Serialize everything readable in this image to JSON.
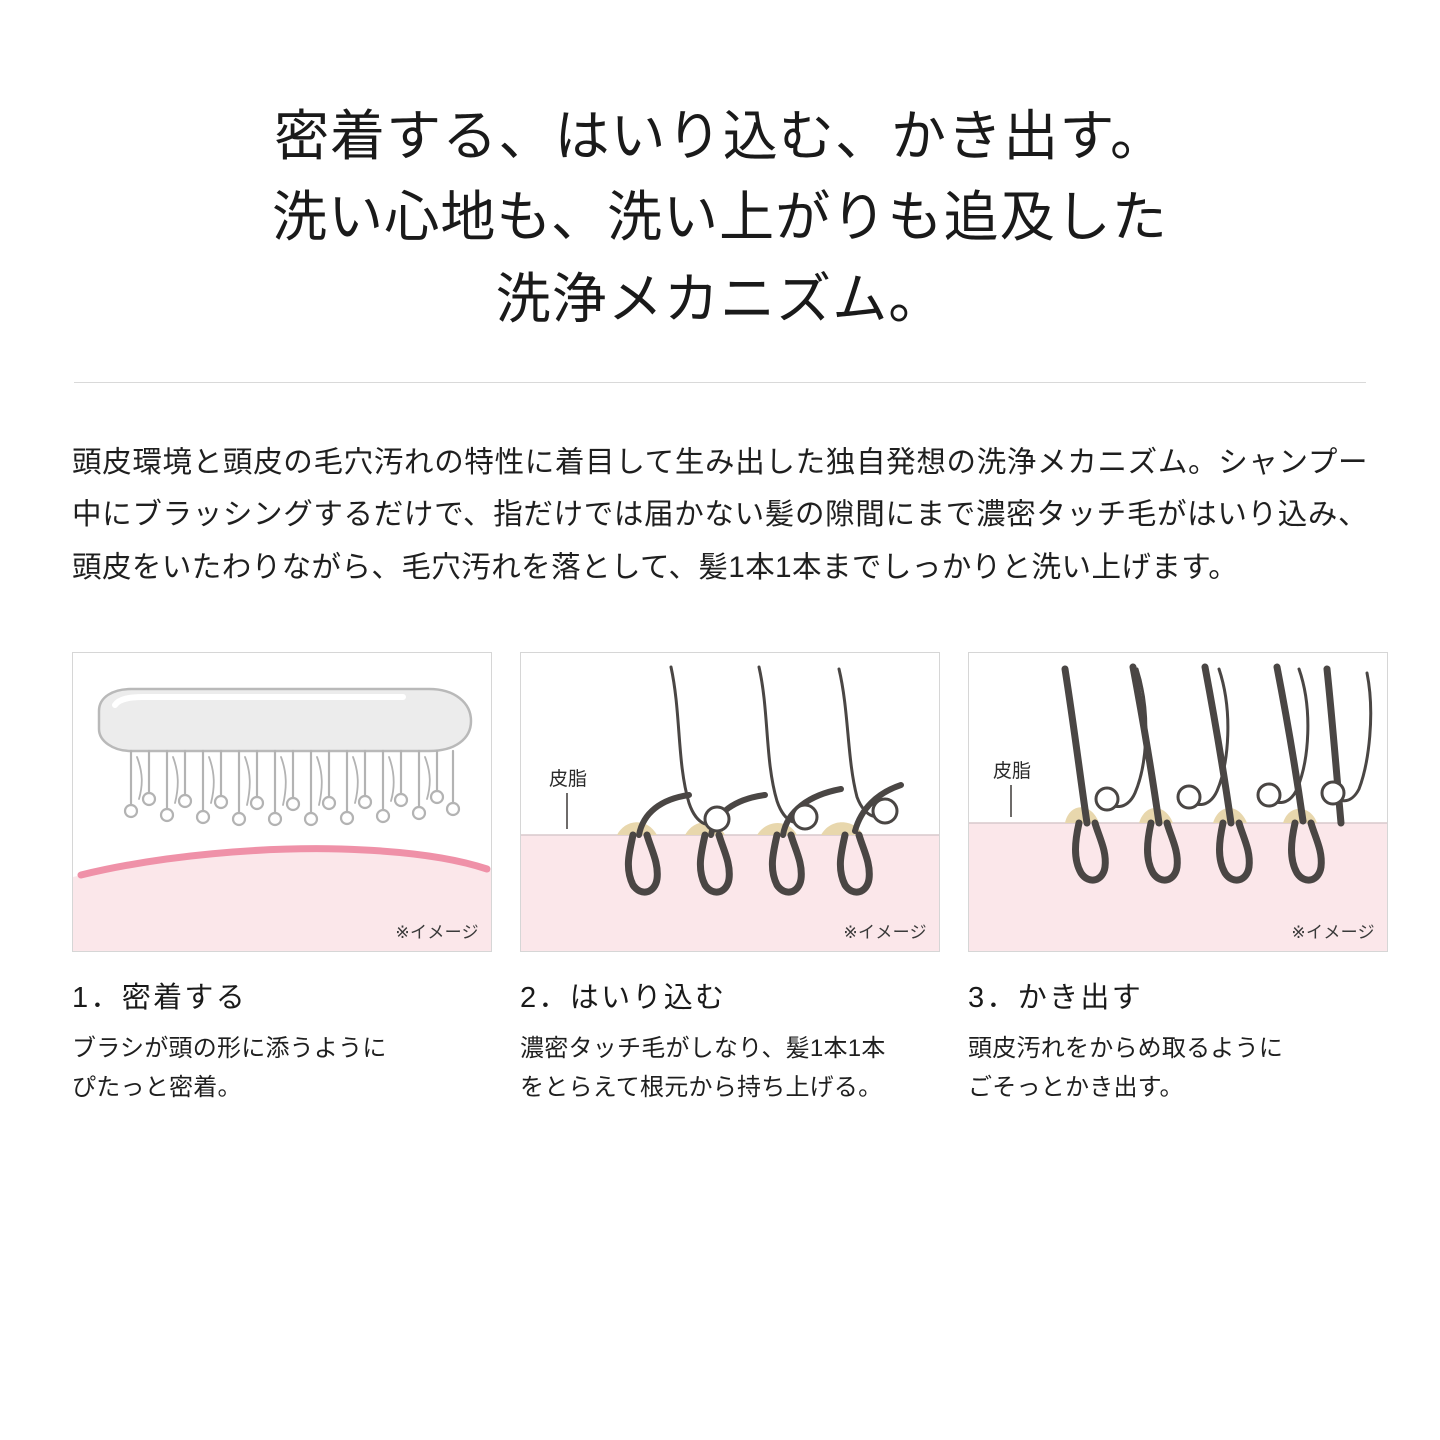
{
  "headline": {
    "lines": [
      "密着する、はいり込む、かき出す。",
      "洗い心地も、洗い上がりも追及した",
      "洗浄メカニズム。"
    ]
  },
  "lead": {
    "text": "頭皮環境と頭皮の毛穴汚れの特性に着目して生み出した独自発想の洗浄メカニズム。シャンプー中にブラッシングするだけで、指だけでは届かない髪の隙間にまで濃密タッチ毛がはいり込み、頭皮をいたわりながら、毛穴汚れを落として、髪1本1本までしっかりと洗い上げます。"
  },
  "cards": [
    {
      "image_note": "※イメージ",
      "title": "1．密着する",
      "desc": "ブラシが頭の形に添うように\nぴたっと密着。",
      "desc_line1": "ブラシが頭の形に添うように",
      "desc_line2": "ぴたっと密着。",
      "scalp_color": "#fbe7ea",
      "accent_color": "#ef91a8"
    },
    {
      "image_note": "※イメージ",
      "title": "2．はいり込む",
      "desc": "濃密タッチ毛がしなり、髪1本1本をとらえて根元から持ち上げる。",
      "desc_line1": "濃密タッチ毛がしなり、髪1本1本",
      "desc_line2": "をとらえて根元から持ち上げる。",
      "label_sebum": "皮脂",
      "scalp_color": "#fbe7ea",
      "sebum_color": "#e8d7ad"
    },
    {
      "image_note": "※イメージ",
      "title": "3．かき出す",
      "desc": "頭皮汚れをからめ取るようにごそっとかき出す。",
      "desc_line1": "頭皮汚れをからめ取るように",
      "desc_line2": "ごそっとかき出す。",
      "label_sebum": "皮脂",
      "scalp_color": "#fbe7ea",
      "sebum_color": "#e8d7ad"
    }
  ]
}
